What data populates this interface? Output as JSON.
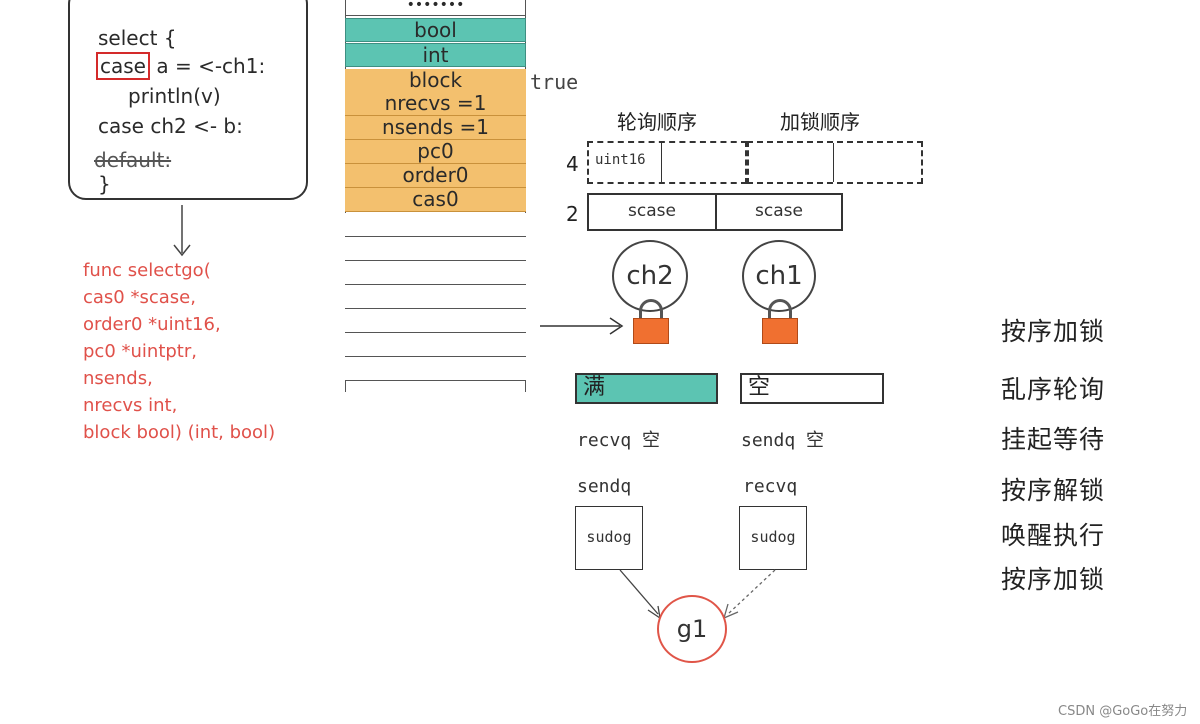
{
  "code": {
    "line1": "select {",
    "case_kw": "case",
    "line2_rest": " a = <-ch1:",
    "line3": "println(v)",
    "line4": "case ch2 <- b:",
    "line5": "default:",
    "line6": "}"
  },
  "func_sig": [
    "func selectgo(",
    "cas0 *scase,",
    "order0 *uint16,",
    "pc0 *uintptr,",
    "nsends,",
    "nrecvs int,",
    "block bool) (int, bool)"
  ],
  "stack": {
    "dots": "•••••••",
    "teal": [
      "bool",
      "int"
    ],
    "orange": [
      "block",
      "nrecvs =1",
      "nsends =1",
      "pc0",
      "order0",
      "cas0"
    ],
    "true_label": "true"
  },
  "order": {
    "poll_label": "轮询顺序",
    "lock_label": "加锁顺序",
    "size4": "4",
    "size2": "2",
    "uint16": "uint16",
    "scase": [
      "scase",
      "scase"
    ]
  },
  "channels": [
    {
      "name": "ch2",
      "buffer": "满",
      "buffer_color": "#5cc4b2",
      "queue_top": "recvq 空",
      "queue_bottom": "sendq",
      "sudog": "sudog"
    },
    {
      "name": "ch1",
      "buffer": "空",
      "buffer_color": "#ffffff",
      "queue_top": "sendq 空",
      "queue_bottom": "recvq",
      "sudog": "sudog"
    }
  ],
  "goroutine": "g1",
  "steps": [
    "按序加锁",
    "乱序轮询",
    "挂起等待",
    "按序解锁",
    "唤醒执行",
    "按序加锁"
  ],
  "watermark": "CSDN @GoGo在努力"
}
